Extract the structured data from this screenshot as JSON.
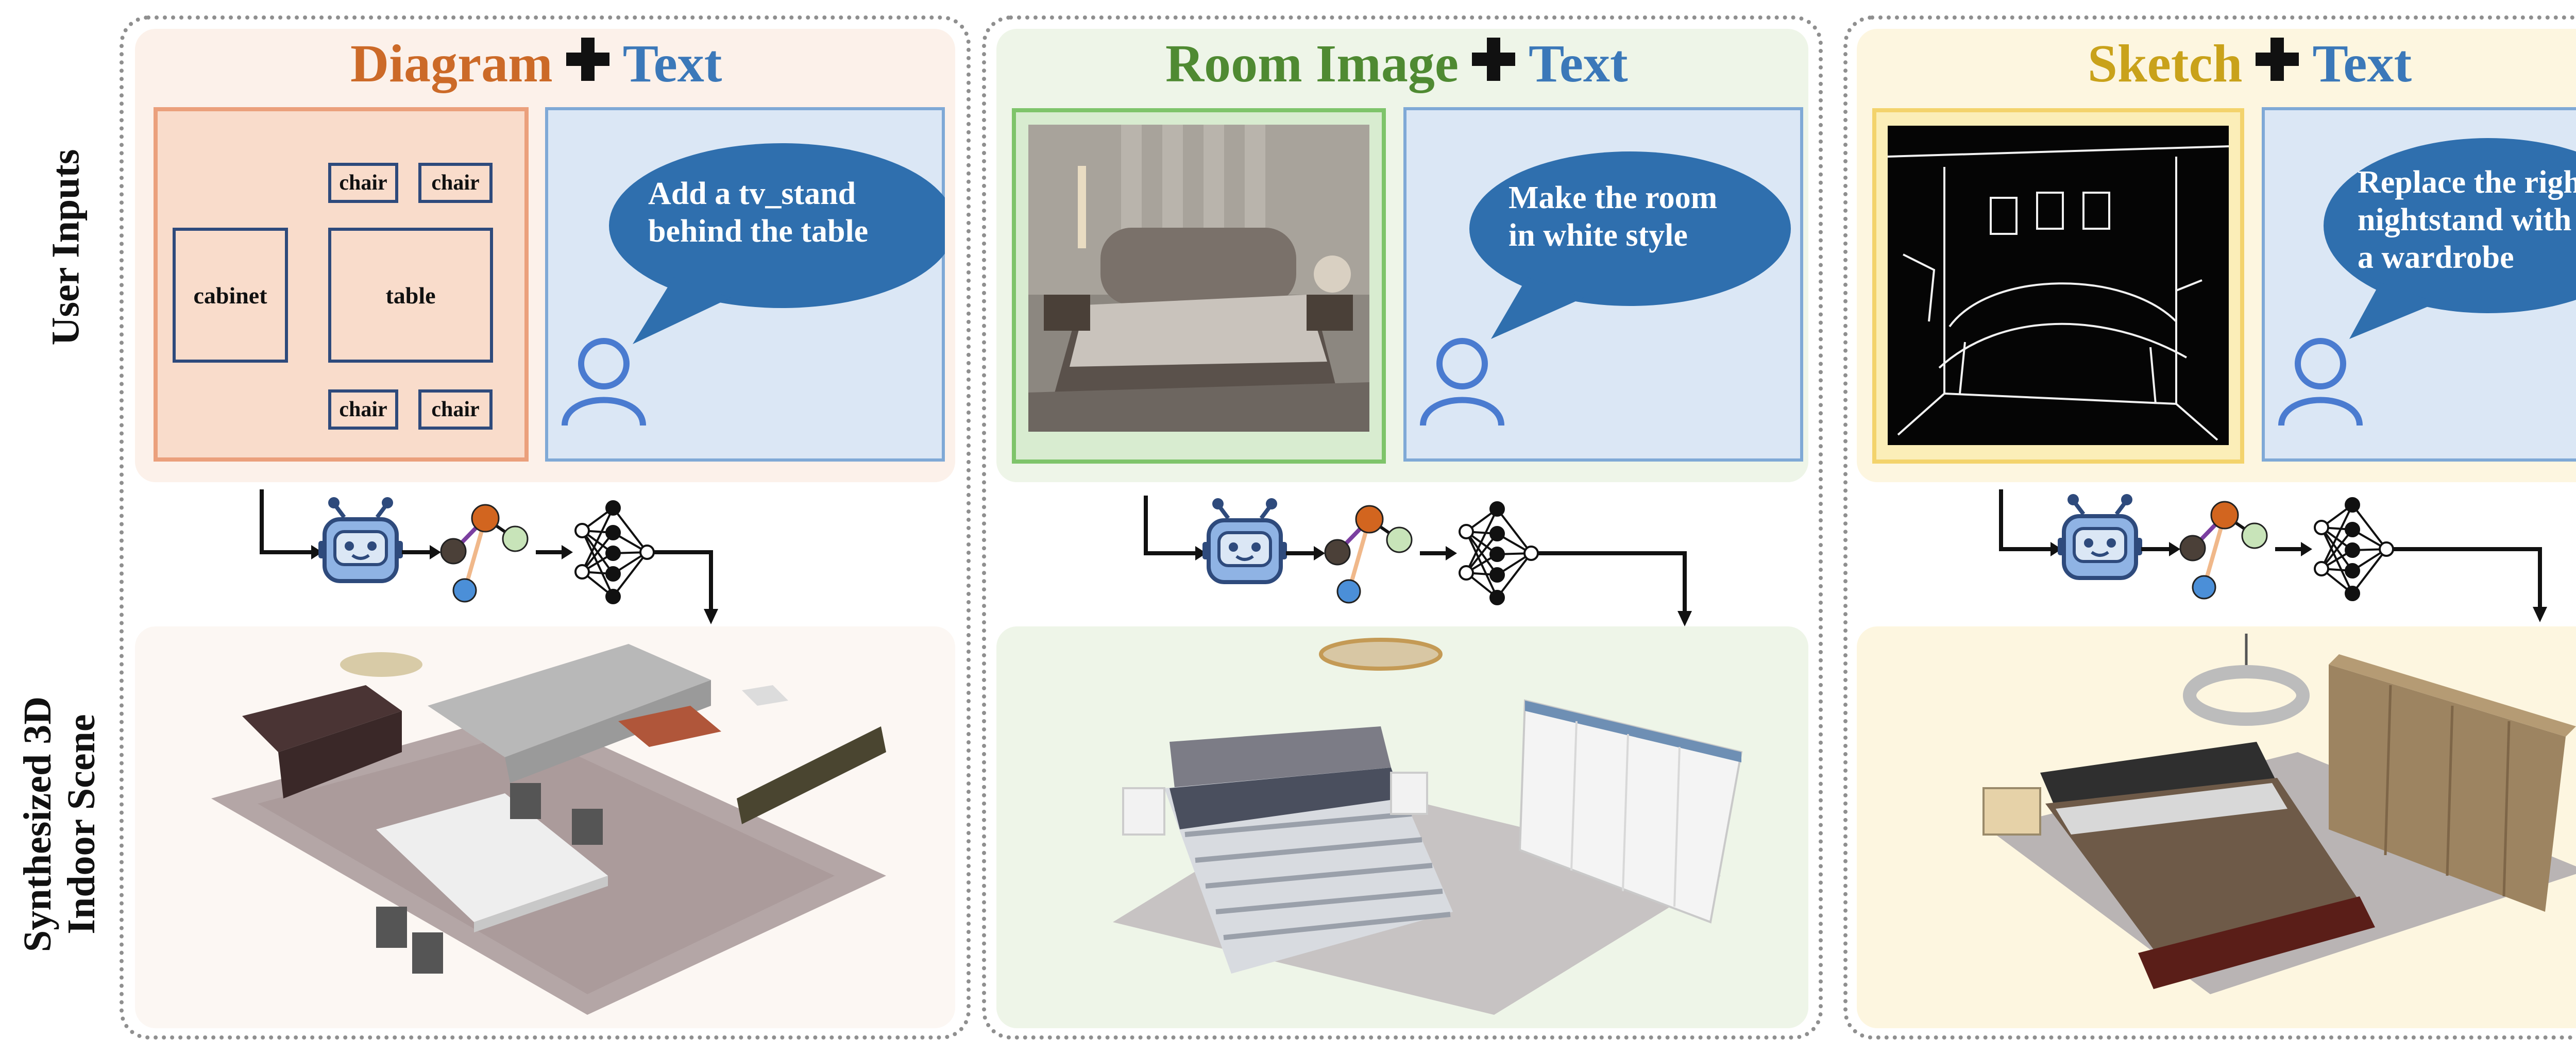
{
  "row_labels": {
    "inputs": "User  Inputs",
    "scene": "Synthesized 3D\nIndoor Scene"
  },
  "panels": [
    {
      "title_left": "Diagram",
      "title_right": "Text",
      "prompt": "Add a tv_stand\nbehind the table",
      "diagram": {
        "cabinet": "cabinet",
        "table": "table",
        "chairs": [
          "chair",
          "chair",
          "chair",
          "chair"
        ]
      }
    },
    {
      "title_left": "Room Image",
      "title_right": "Text",
      "prompt": "Make the room\nin white style"
    },
    {
      "title_left": "Sketch",
      "title_right": "Text",
      "prompt": "Replace the right\nnightstand with\na wardrobe"
    }
  ],
  "colors": {
    "diagram_title": "#cc6a28",
    "room_title": "#4f8a32",
    "sketch_title": "#c9a21a",
    "text_title": "#3b78b9",
    "bubble": "#2f6fae",
    "user_icon": "#4a7bd0",
    "diagram_tint": "#fcf1ea",
    "room_tint": "#eef5e8",
    "sketch_tint": "#fdf6e0"
  },
  "icons": [
    "robot-icon",
    "graph-icon",
    "neural-network-icon",
    "user-icon",
    "plus-icon",
    "arrow-icon"
  ]
}
